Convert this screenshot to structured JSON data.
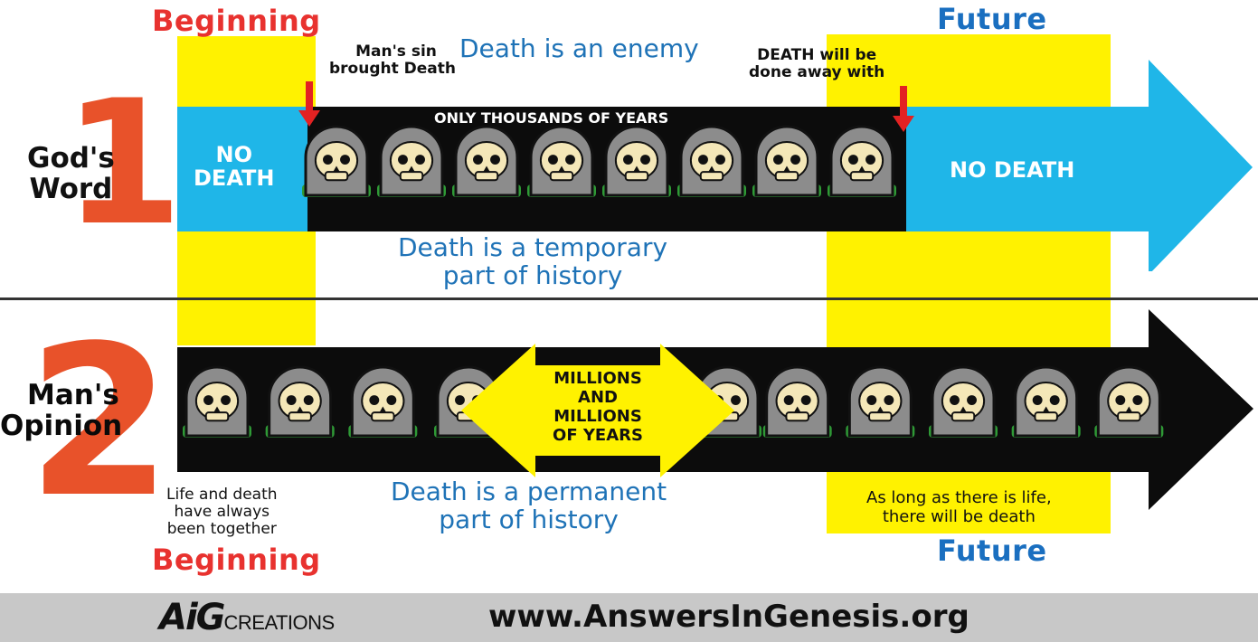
{
  "top": {
    "beginning_label": "Beginning",
    "future_label": "Future",
    "sin_note": [
      "Man's sin",
      "brought Death"
    ],
    "enemy_note": "Death is an enemy",
    "done_away_note": [
      "DEATH will be",
      "done away with"
    ],
    "timeline_caption": "ONLY THOUSANDS OF YEARS",
    "no_death_left": [
      "NO",
      "DEATH"
    ],
    "no_death_right": "NO DEATH",
    "temporary_note": [
      "Death is a temporary",
      "part of history"
    ],
    "row_label": [
      "God's",
      "Word"
    ],
    "row_number": "1",
    "tombstone_count": 8
  },
  "bottom": {
    "row_label": [
      "Man's",
      "Opinion"
    ],
    "row_number": "2",
    "millions_label": [
      "MILLIONS",
      "AND",
      "MILLIONS",
      "OF YEARS"
    ],
    "together_note": [
      "Life and death",
      "have always",
      "been together"
    ],
    "permanent_note": [
      "Death is a permanent",
      "part of history"
    ],
    "as_long_note": [
      "As long as there is life,",
      "there will be death"
    ],
    "beginning_label": "Beginning",
    "future_label": "Future",
    "tombstone_count": 12
  },
  "footer": {
    "logo_text": "AiG",
    "logo_suffix": "CREATIONS",
    "url": "www.AnswersInGenesis.org"
  },
  "colors": {
    "yellow": "#fff200",
    "cyan": "#1fb6e8",
    "orange": "#e8522a",
    "red": "#e8322f",
    "blue": "#1a6fc0",
    "footer_gray": "#c8c8c8"
  }
}
